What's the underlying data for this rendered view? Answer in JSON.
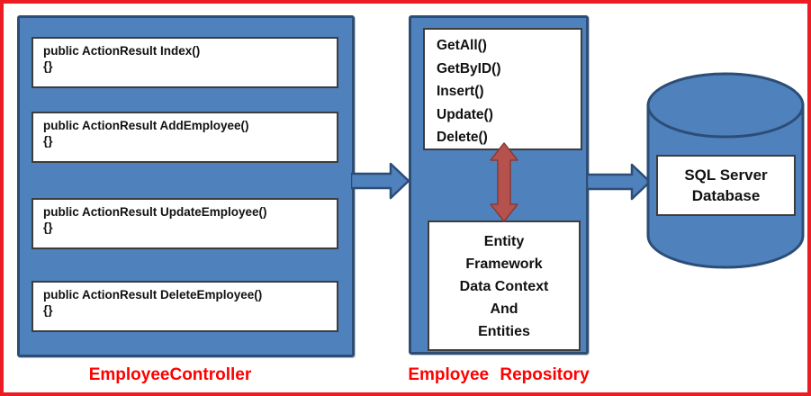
{
  "controller": {
    "label": "EmployeeController",
    "methods": [
      {
        "signature": "public ActionResult Index()",
        "body": "{}"
      },
      {
        "signature": "public ActionResult AddEmployee()",
        "body": "{}"
      },
      {
        "signature": "public ActionResult UpdateEmployee()",
        "body": "{}"
      },
      {
        "signature": "public ActionResult DeleteEmployee()",
        "body": "{}"
      }
    ]
  },
  "repository": {
    "label": "Employee Repository",
    "operations": [
      "GetAll()",
      "GetByID()",
      "Insert()",
      "Update()",
      "Delete()"
    ],
    "ef_lines": [
      "Entity",
      "Framework",
      "Data Context",
      "And",
      "Entities"
    ]
  },
  "database": {
    "line1": "SQL Server",
    "line2": "Database"
  },
  "colors": {
    "box_fill": "#4f81bd",
    "box_border": "#2c4d76",
    "frame_red": "#ec1c24",
    "label_red": "#ff0000",
    "red_arrow_fill": "#b5524e",
    "red_arrow_border": "#8a3a36",
    "card_border": "#3d3d3d"
  }
}
